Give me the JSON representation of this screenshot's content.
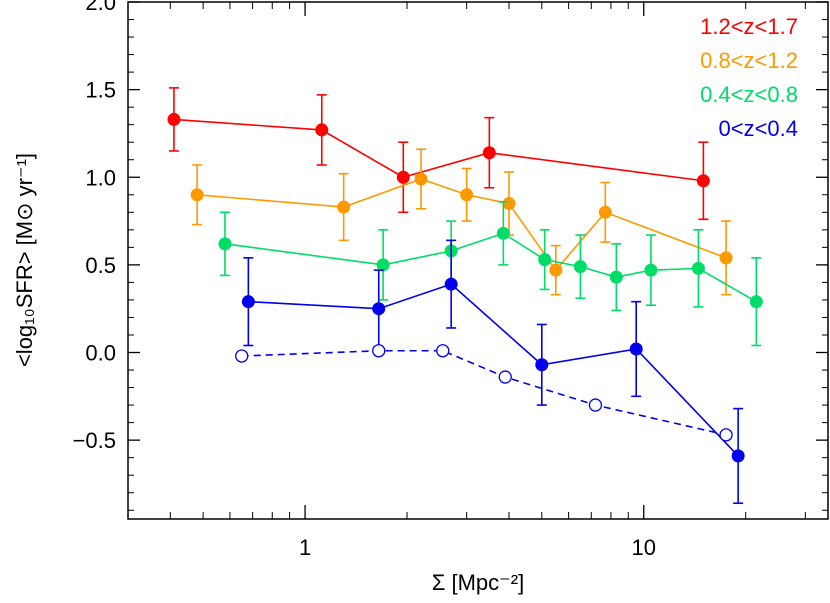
{
  "chart_data": {
    "type": "scatter",
    "xlabel": "Σ [Mpc⁻²]",
    "ylabel": "<log₁₀SFR> [M⊙ yr⁻¹]",
    "x_scale": "log",
    "xlim": [
      0.3,
      35
    ],
    "ylim": [
      -0.95,
      2.0
    ],
    "xticks": [
      1,
      10
    ],
    "xtick_labels": [
      "1",
      "10"
    ],
    "yticks": [
      -0.5,
      0.0,
      0.5,
      1.0,
      1.5,
      2.0
    ],
    "ytick_labels": [
      "−0.5",
      "0.0",
      "0.5",
      "1.0",
      "1.5",
      "2.0"
    ],
    "legend_position": "top-right",
    "series": [
      {
        "name": "1.2<z<1.7",
        "color": "#ff0000",
        "marker": "filled-circle",
        "line": "solid",
        "x": [
          0.41,
          1.12,
          1.95,
          3.5,
          15.0
        ],
        "y": [
          1.33,
          1.27,
          1.0,
          1.14,
          0.98
        ],
        "err": [
          0.18,
          0.2,
          0.2,
          0.2,
          0.22
        ]
      },
      {
        "name": "0.8<z<1.2",
        "color": "#ff9900",
        "marker": "filled-circle",
        "line": "solid",
        "x": [
          0.48,
          1.3,
          2.2,
          3.0,
          4.0,
          5.5,
          7.7,
          17.5
        ],
        "y": [
          0.9,
          0.83,
          0.99,
          0.9,
          0.85,
          0.47,
          0.8,
          0.54
        ],
        "err": [
          0.17,
          0.19,
          0.17,
          0.15,
          0.18,
          0.14,
          0.17,
          0.21
        ]
      },
      {
        "name": "0.4<z<0.8",
        "color": "#00dd66",
        "marker": "filled-circle",
        "line": "solid",
        "x": [
          0.58,
          1.7,
          2.7,
          3.85,
          5.1,
          6.5,
          8.3,
          10.5,
          14.5,
          21.5
        ],
        "y": [
          0.62,
          0.5,
          0.58,
          0.68,
          0.53,
          0.49,
          0.43,
          0.47,
          0.48,
          0.29
        ],
        "err": [
          0.18,
          0.2,
          0.17,
          0.18,
          0.17,
          0.18,
          0.19,
          0.2,
          0.22,
          0.25
        ]
      },
      {
        "name": "0<z<0.4",
        "color": "#0000ee",
        "marker": "filled-circle",
        "line": "solid",
        "x": [
          0.68,
          1.65,
          2.7,
          5.0,
          9.5,
          19.0
        ],
        "y": [
          0.29,
          0.25,
          0.39,
          -0.07,
          0.02,
          -0.59
        ],
        "err": [
          0.25,
          0.22,
          0.25,
          0.23,
          0.27,
          0.27
        ]
      },
      {
        "color": "#0000ee",
        "marker": "open-circle",
        "line": "dashed",
        "x": [
          0.65,
          1.65,
          2.55,
          3.9,
          7.2,
          17.5
        ],
        "y": [
          -0.02,
          0.01,
          0.01,
          -0.14,
          -0.3,
          -0.47
        ]
      }
    ]
  }
}
